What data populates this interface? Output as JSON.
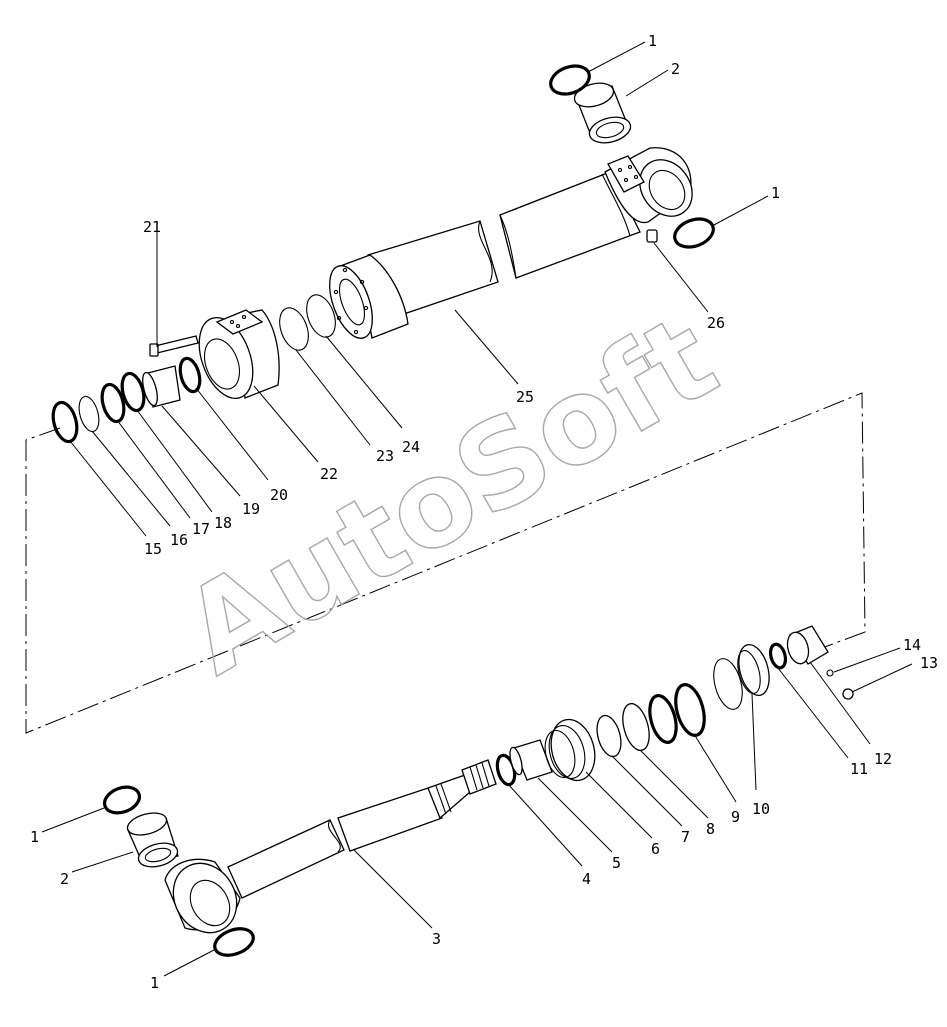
{
  "watermark": {
    "text": "AutoSoft"
  },
  "callouts": {
    "c1a": "1",
    "c2a": "2",
    "c1b": "1",
    "c21": "21",
    "c26": "26",
    "c25": "25",
    "c24": "24",
    "c23": "23",
    "c22": "22",
    "c20": "20",
    "c19": "19",
    "c18": "18",
    "c17": "17",
    "c16": "16",
    "c15": "15",
    "c14": "14",
    "c13": "13",
    "c12": "12",
    "c11": "11",
    "c10": "10",
    "c9": "9",
    "c8": "8",
    "c7": "7",
    "c6": "6",
    "c5": "5",
    "c4": "4",
    "c3": "3",
    "c2b": "2",
    "c1c": "1",
    "c1d": "1"
  }
}
